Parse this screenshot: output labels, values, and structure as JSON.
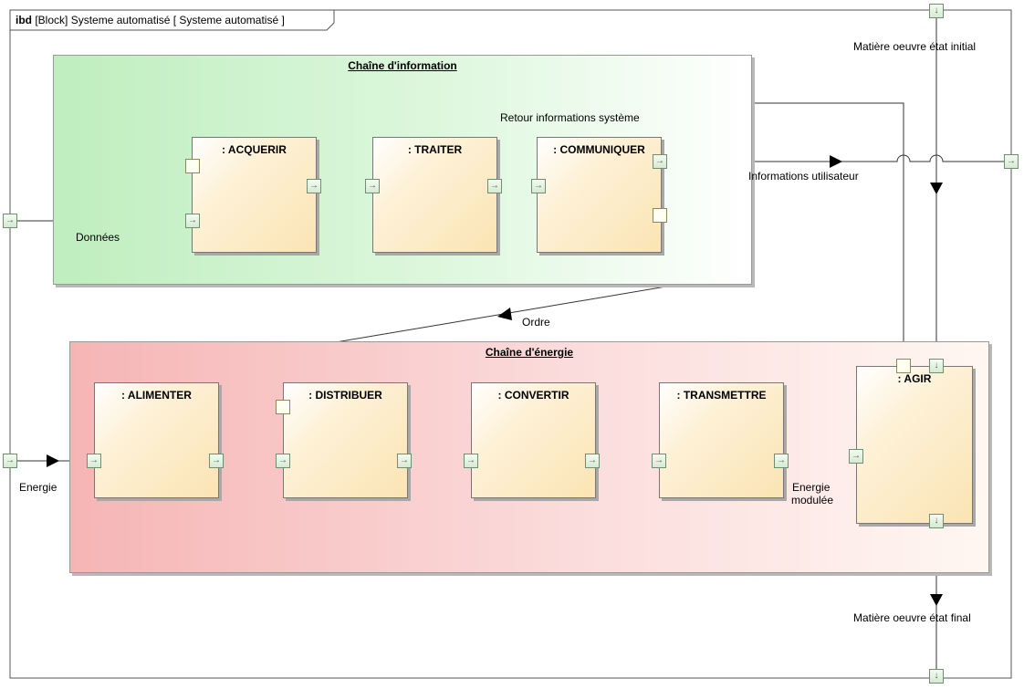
{
  "frame": {
    "kind": "ibd",
    "title": "[Block] Systeme automatisé [ Systeme automatisé ]"
  },
  "chains": {
    "information": "Chaîne d'information",
    "energie": "Chaîne d'énergie"
  },
  "blocks": {
    "acquerir": ": ACQUERIR",
    "traiter": ": TRAITER",
    "communiquer": ": COMMUNIQUER",
    "alimenter": ": ALIMENTER",
    "distribuer": ": DISTRIBUER",
    "convertir": ": CONVERTIR",
    "transmettre": ": TRANSMETTRE",
    "agir": ": AGIR"
  },
  "flows": {
    "matiere_initial": "Matière oeuvre état initial",
    "matiere_final": "Matière oeuvre état final",
    "retour": "Retour informations système",
    "infos_utilisateur": "Informations utilisateur",
    "donnees": "Données",
    "ordre": "Ordre",
    "energie": "Energie",
    "energie_modulee_1": "Energie",
    "energie_modulee_2": "modulée"
  },
  "icons": {
    "flow_port_right": "→",
    "flow_port_down": "↓"
  },
  "colors": {
    "info_chain_bg": "#bfeebf",
    "energy_chain_bg": "#f6b5b5",
    "block_bg": "#fbe4b4",
    "port_bg": "#d6ead4"
  }
}
